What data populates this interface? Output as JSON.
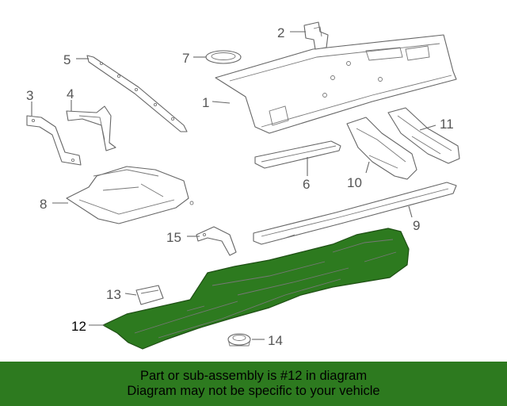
{
  "labels": {
    "p1": "1",
    "p2": "2",
    "p3": "3",
    "p4": "4",
    "p5": "5",
    "p6": "6",
    "p7": "7",
    "p8": "8",
    "p9": "9",
    "p10": "10",
    "p11": "11",
    "p12": "12",
    "p13": "13",
    "p14": "14",
    "p15": "15"
  },
  "colors": {
    "highlight": "#2d7a1f",
    "banner": "#2d7a1f"
  },
  "banner": {
    "line1": "Part or sub-assembly is #12 in diagram",
    "line2": "Diagram may not be specific to your vehicle"
  }
}
